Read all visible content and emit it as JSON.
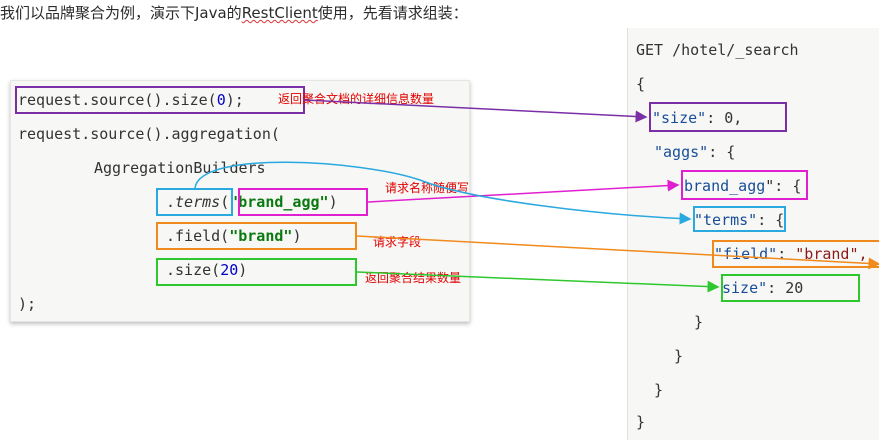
{
  "intro": {
    "prefix": "我们以品牌聚合为例，演示下Java的",
    "underlined": "RestClient",
    "suffix": "使用，先看请求组装："
  },
  "java_code": {
    "line1_a": "request.source().size(",
    "line1_num": "0",
    "line1_b": ");",
    "line2": "request.source().aggregation(",
    "line3": "AggregationBuilders",
    "line4_a": ".",
    "line4_method": "terms",
    "line4_open": "(",
    "line4_str": "\"brand_agg\"",
    "line4_close": ")",
    "line5_a": ".field(",
    "line5_str": "\"brand\"",
    "line5_close": ")",
    "line6_a": ".size(",
    "line6_num": "20",
    "line6_close": ")",
    "line7": ");"
  },
  "json_code": {
    "request_line": "GET /hotel/_search",
    "open_brace": "{",
    "size_key": "\"size\"",
    "size_val": ": 0,",
    "aggs_key": "\"aggs\"",
    "aggs_rest": ": {",
    "brand_agg_key": "brand_agg",
    "brand_agg_rest": "\": {",
    "terms_key": "\"terms\"",
    "terms_rest": ": {",
    "field_key": "\"field\"",
    "field_colon": ": ",
    "field_val": "\"brand\",",
    "size2_key": "size\"",
    "size2_val": ": 20",
    "close1": "}",
    "close2": "}",
    "close3": "}",
    "close4": "}"
  },
  "notes": {
    "size_note": "返回聚合文档的详细信息数量",
    "name_note": "请求名称随便写",
    "field_note": "请求字段",
    "agg_size_note": "返回聚合结果数量"
  },
  "colors": {
    "purple": "#7b2fa6",
    "magenta": "#e020d0",
    "cyan": "#2aa8e0",
    "orange": "#f08a1c",
    "green": "#2ec82e",
    "note_red": "#e00000"
  }
}
